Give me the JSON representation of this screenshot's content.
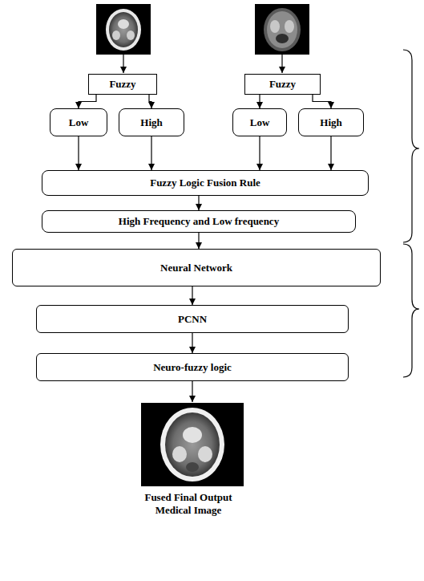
{
  "diagram": {
    "caption": "Fused Final Output Medical Image",
    "nodes": [
      {
        "text": [
          "Fuzzy"
        ]
      },
      {
        "text": [
          "Fuzzy"
        ]
      },
      {
        "text": [
          "Low"
        ]
      },
      {
        "text": [
          "High"
        ]
      },
      {
        "text": [
          "Low"
        ]
      },
      {
        "text": [
          "High"
        ]
      },
      {
        "text": [
          "Fuzzy Logic Fusion Rule"
        ]
      },
      {
        "text": [
          "High Frequency and Low frequency"
        ]
      },
      {
        "text": [
          "Neural Network"
        ]
      },
      {
        "text": [
          "PCNN"
        ]
      },
      {
        "text": [
          "Neuro-fuzzy logic"
        ]
      }
    ],
    "edges": [
      {
        "from": 0,
        "to": 2,
        "arrow": "to"
      },
      {
        "from": 0,
        "to": 3,
        "arrow": "to"
      },
      {
        "from": 1,
        "to": 4,
        "arrow": "to"
      },
      {
        "from": 1,
        "to": 5,
        "arrow": "to"
      },
      {
        "from": 2,
        "to": 6,
        "arrow": "to"
      },
      {
        "from": 3,
        "to": 6,
        "arrow": "to"
      },
      {
        "from": 4,
        "to": 6,
        "arrow": "to"
      },
      {
        "from": 5,
        "to": 6,
        "arrow": "to"
      },
      {
        "from": 6,
        "to": 7,
        "arrow": "to"
      },
      {
        "from": 7,
        "to": 8,
        "arrow": "to"
      },
      {
        "from": 8,
        "to": 9,
        "arrow": "to"
      },
      {
        "from": 9,
        "to": 10,
        "arrow": "to"
      }
    ]
  }
}
